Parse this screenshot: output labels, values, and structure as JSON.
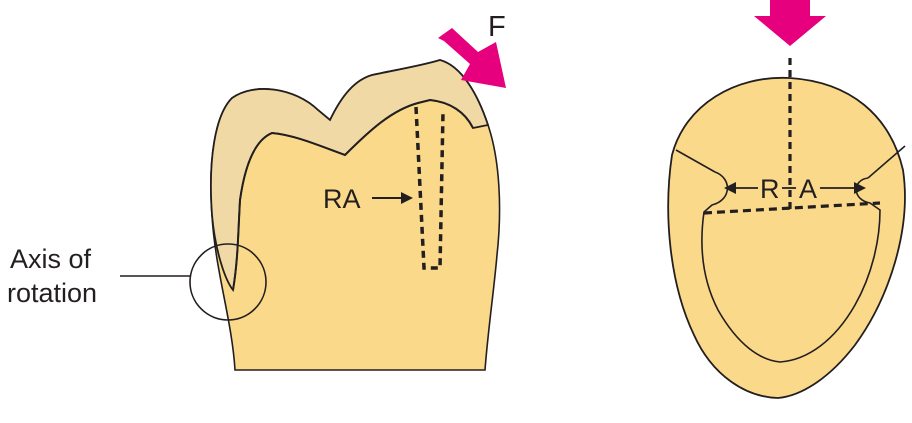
{
  "labels": {
    "force": "F",
    "axis_line1": "Axis of",
    "axis_line2": "rotation",
    "resistance_area_left": "RA",
    "resistance_area_right_r": "R",
    "resistance_area_right_a": "A"
  },
  "colors": {
    "tooth": "#fbd98a",
    "restoration": "#f0d9a4",
    "outline": "#231f20",
    "force_arrow": "#e6007e",
    "background": "#ffffff"
  },
  "icons": {
    "force_left": "magenta-arrow-diagonal-icon",
    "force_right": "magenta-arrow-down-icon"
  }
}
